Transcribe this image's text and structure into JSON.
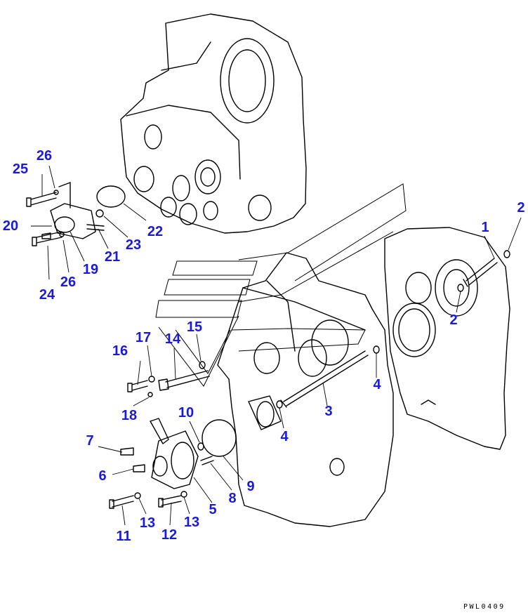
{
  "drawing_code": "PWL0409",
  "callouts": [
    {
      "id": "c1",
      "text": "1"
    },
    {
      "id": "c2a",
      "text": "2"
    },
    {
      "id": "c2b",
      "text": "2"
    },
    {
      "id": "c3",
      "text": "3"
    },
    {
      "id": "c4a",
      "text": "4"
    },
    {
      "id": "c4b",
      "text": "4"
    },
    {
      "id": "c5",
      "text": "5"
    },
    {
      "id": "c6",
      "text": "6"
    },
    {
      "id": "c7",
      "text": "7"
    },
    {
      "id": "c8",
      "text": "8"
    },
    {
      "id": "c9",
      "text": "9"
    },
    {
      "id": "c10",
      "text": "10"
    },
    {
      "id": "c11",
      "text": "11"
    },
    {
      "id": "c12",
      "text": "12"
    },
    {
      "id": "c13a",
      "text": "13"
    },
    {
      "id": "c13b",
      "text": "13"
    },
    {
      "id": "c14",
      "text": "14"
    },
    {
      "id": "c15",
      "text": "15"
    },
    {
      "id": "c16",
      "text": "16"
    },
    {
      "id": "c17",
      "text": "17"
    },
    {
      "id": "c18",
      "text": "18"
    },
    {
      "id": "c19",
      "text": "19"
    },
    {
      "id": "c20",
      "text": "20"
    },
    {
      "id": "c21",
      "text": "21"
    },
    {
      "id": "c22",
      "text": "22"
    },
    {
      "id": "c23",
      "text": "23"
    },
    {
      "id": "c24",
      "text": "24"
    },
    {
      "id": "c25",
      "text": "25"
    },
    {
      "id": "c26a",
      "text": "26"
    },
    {
      "id": "c26b",
      "text": "26"
    }
  ]
}
